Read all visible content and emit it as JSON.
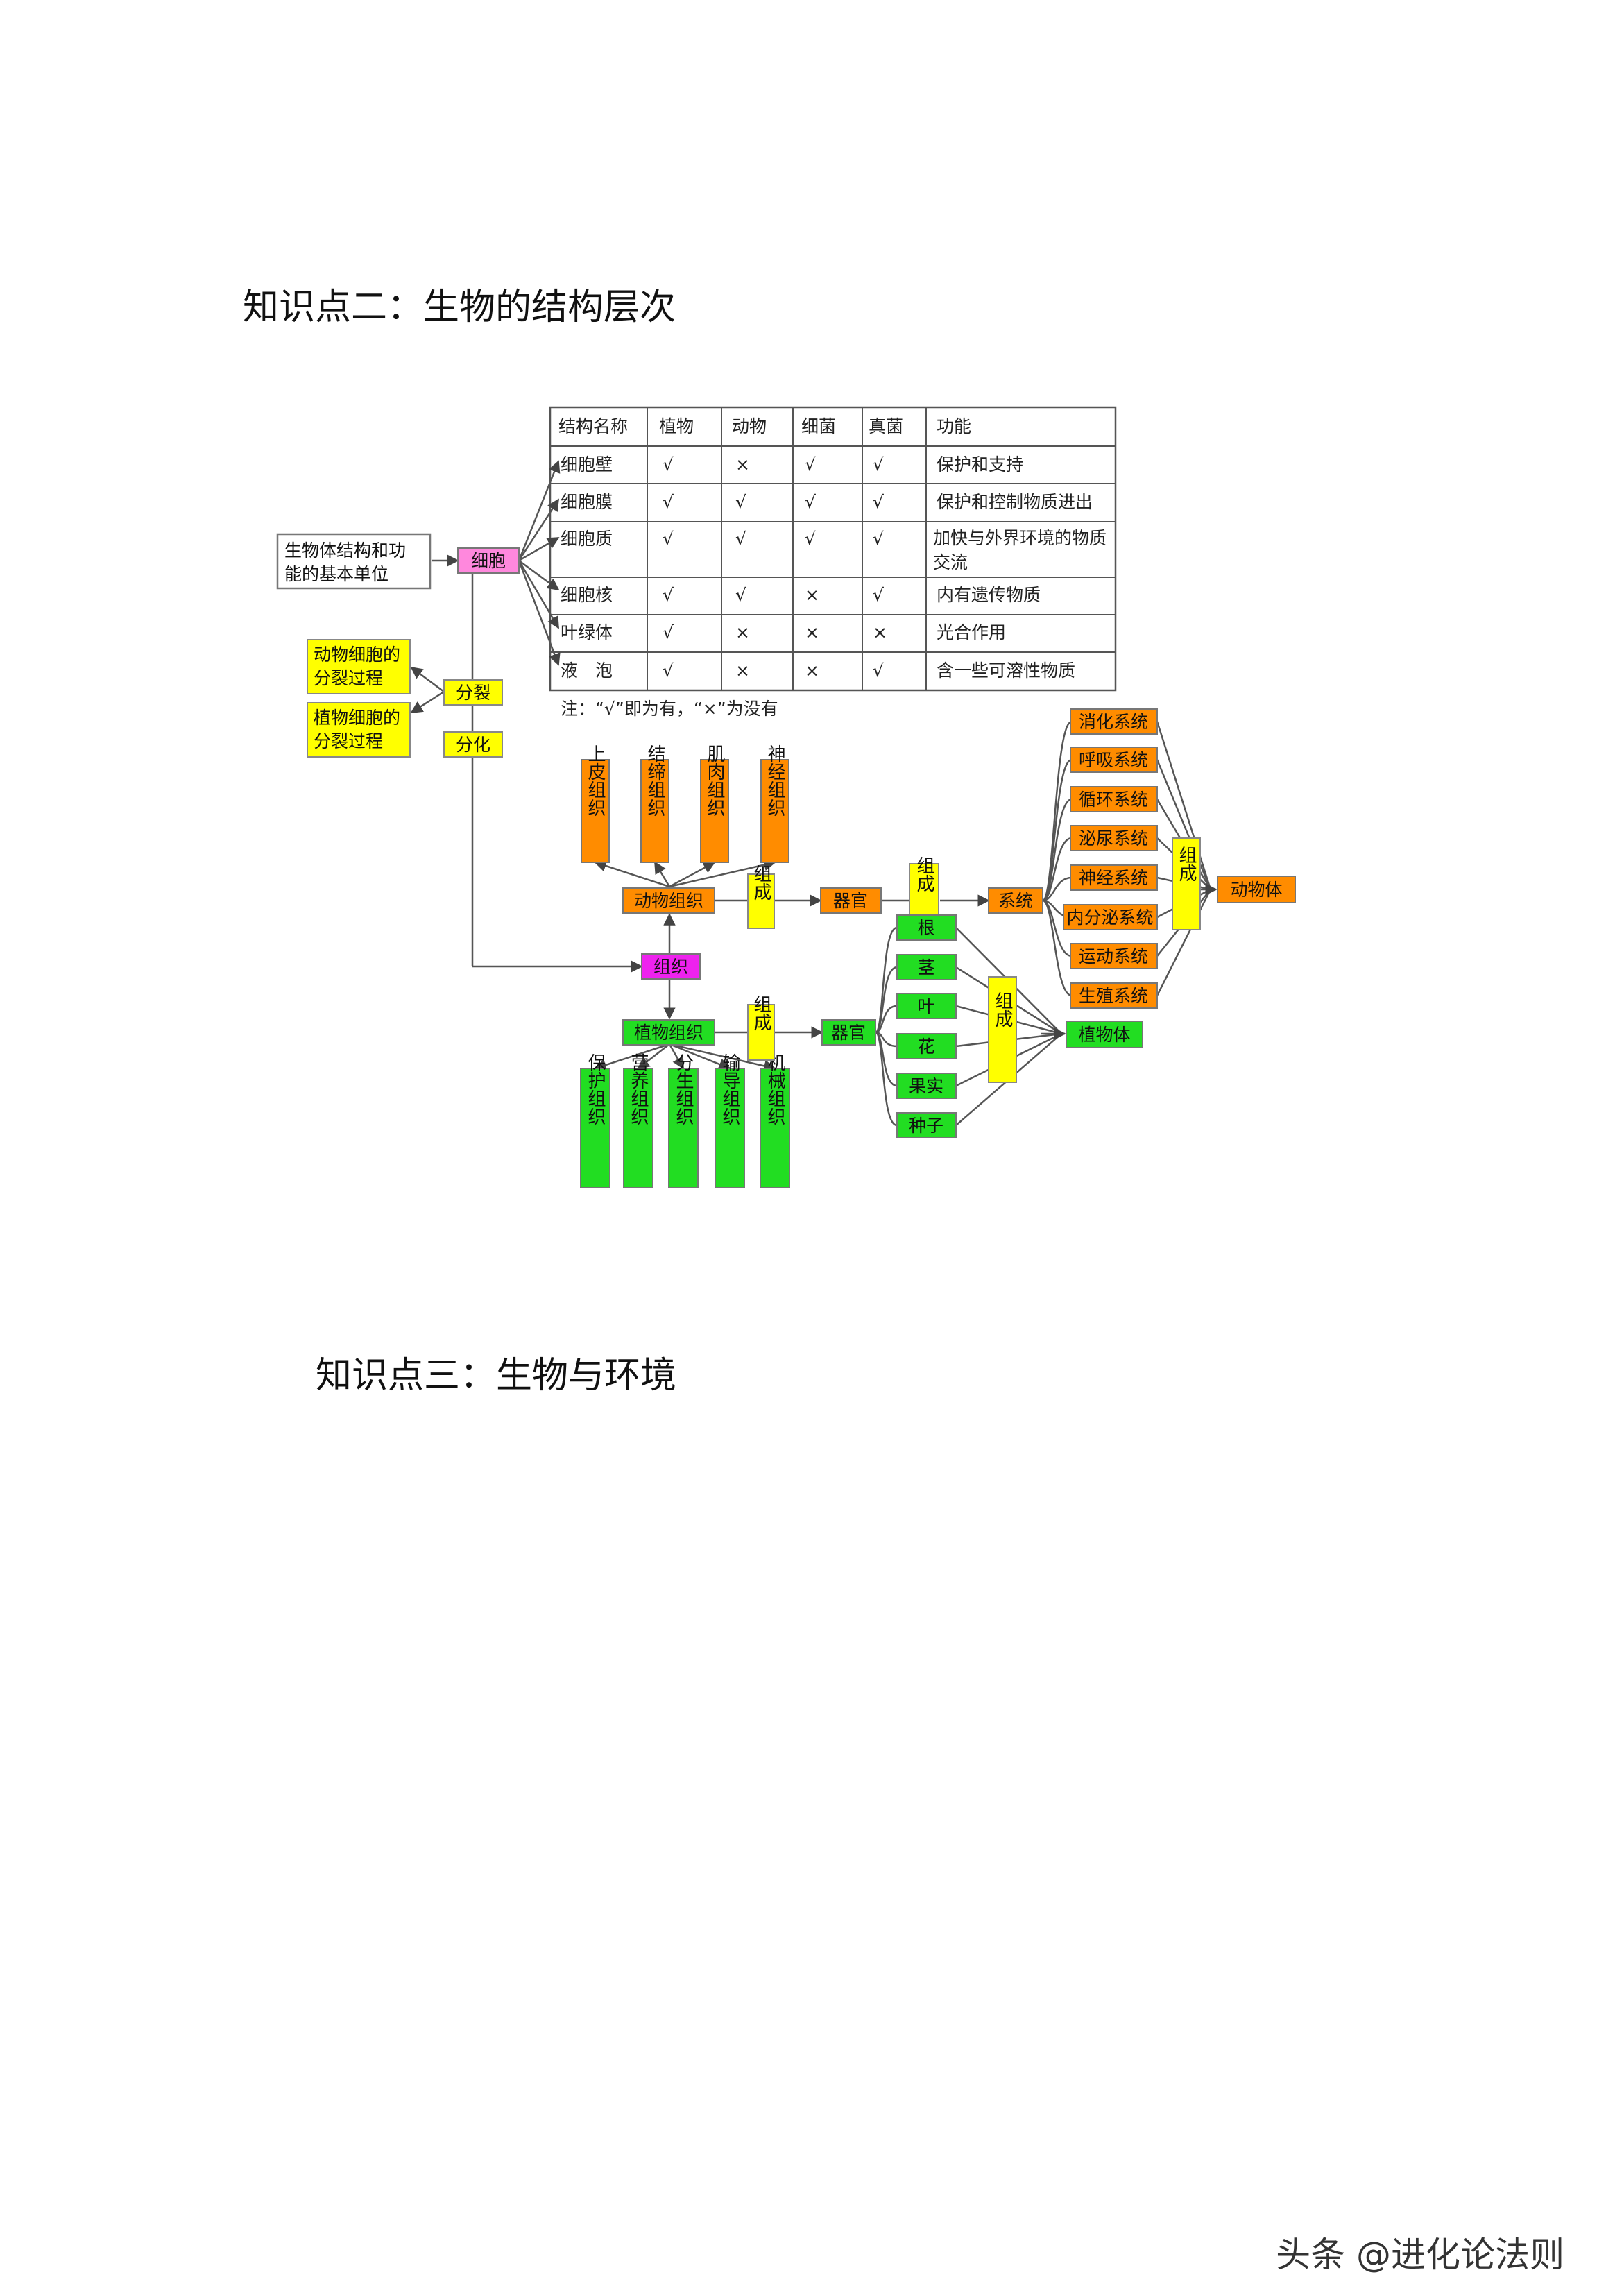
{
  "headings": {
    "section2": "知识点二：生物的结构层次",
    "section3": "知识点三：生物与环境"
  },
  "table": {
    "headers": [
      "结构名称",
      "植物",
      "动物",
      "细菌",
      "真菌",
      "功能"
    ],
    "rows": [
      [
        "细胞壁",
        "√",
        "×",
        "√",
        "√",
        "保护和支持"
      ],
      [
        "细胞膜",
        "√",
        "√",
        "√",
        "√",
        "保护和控制物质进出"
      ],
      [
        "细胞质",
        "√",
        "√",
        "√",
        "√",
        "加快与外界环境的物质交流"
      ],
      [
        "细胞核",
        "√",
        "√",
        "×",
        "√",
        "内有遗传物质"
      ],
      [
        "叶绿体",
        "√",
        "×",
        "×",
        "×",
        "光合作用"
      ],
      [
        "液　泡",
        "√",
        "×",
        "×",
        "√",
        "含一些可溶性物质"
      ]
    ],
    "note": "注：“√”即为有，“×”为没有"
  },
  "diagram": {
    "basic_unit": [
      "生物体结构和功",
      "能的基本单位"
    ],
    "cell": "细胞",
    "animal_division": [
      "动物细胞的",
      "分裂过程"
    ],
    "plant_division": [
      "植物细胞的",
      "分裂过程"
    ],
    "division": "分裂",
    "differentiation": "分化",
    "tissue": "组织",
    "animal_tissue": "动物组织",
    "plant_tissue": "植物组织",
    "animal_tissue_types": [
      "上皮组织",
      "结缔组织",
      "肌肉组织",
      "神经组织"
    ],
    "plant_tissue_types": [
      "保护组织",
      "营养组织",
      "分生组织",
      "输导组织",
      "机械组织"
    ],
    "compose": "组成",
    "organ": "器官",
    "system": "系统",
    "animal_systems": [
      "消化系统",
      "呼吸系统",
      "循环系统",
      "泌尿系统",
      "神经系统",
      "内分泌系统",
      "运动系统",
      "生殖系统"
    ],
    "animal_body": "动物体",
    "plant_organs": [
      "根",
      "茎",
      "叶",
      "花",
      "果实",
      "种子"
    ],
    "plant_body": "植物体"
  },
  "colors": {
    "orange": "#ff8c00",
    "green": "#22dd22",
    "yellow": "#ffff00",
    "pink": "#ff88dd",
    "magenta": "#ee22ee"
  },
  "watermark": "头条 @进化论法则"
}
